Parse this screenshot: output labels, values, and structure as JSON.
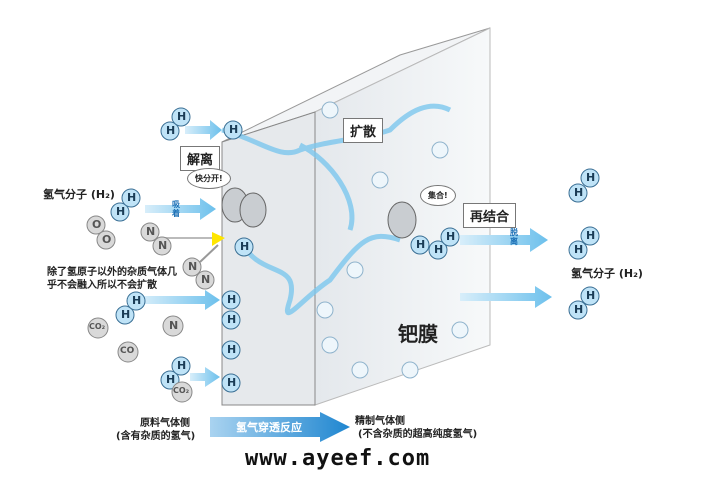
{
  "labels": {
    "dissociation": "解离",
    "split_bubble": "快分开!",
    "h2_left": "氢气分子 (H₂)",
    "adsorb": "吸着",
    "impurity_note_1": "除了氢原子以外的杂质气体几",
    "impurity_note_2": "乎不会融入所以不会扩散",
    "diffusion": "扩散",
    "gather_bubble": "集合!",
    "recombine": "再结合",
    "desorb": "脱离",
    "h2_right": "氢气分子 (H₂)",
    "membrane": "钯膜",
    "feed_side": "原料气体侧",
    "feed_side_sub": "(含有杂质的氢气)",
    "permeation": "氢气穿透反应",
    "refined_side": "精制气体侧",
    "refined_side_sub": "(不含杂质的超高纯度氢气)",
    "url": "www.ayeef.com"
  },
  "atoms": {
    "H": "H",
    "O": "O",
    "N": "N",
    "CO2": "CO₂",
    "CO": "CO"
  },
  "colors": {
    "hydrogen": "#bfe3f7",
    "arrow": "#7cc7ee",
    "membrane": "#e9ecef",
    "gas": "#d9d9d9"
  }
}
